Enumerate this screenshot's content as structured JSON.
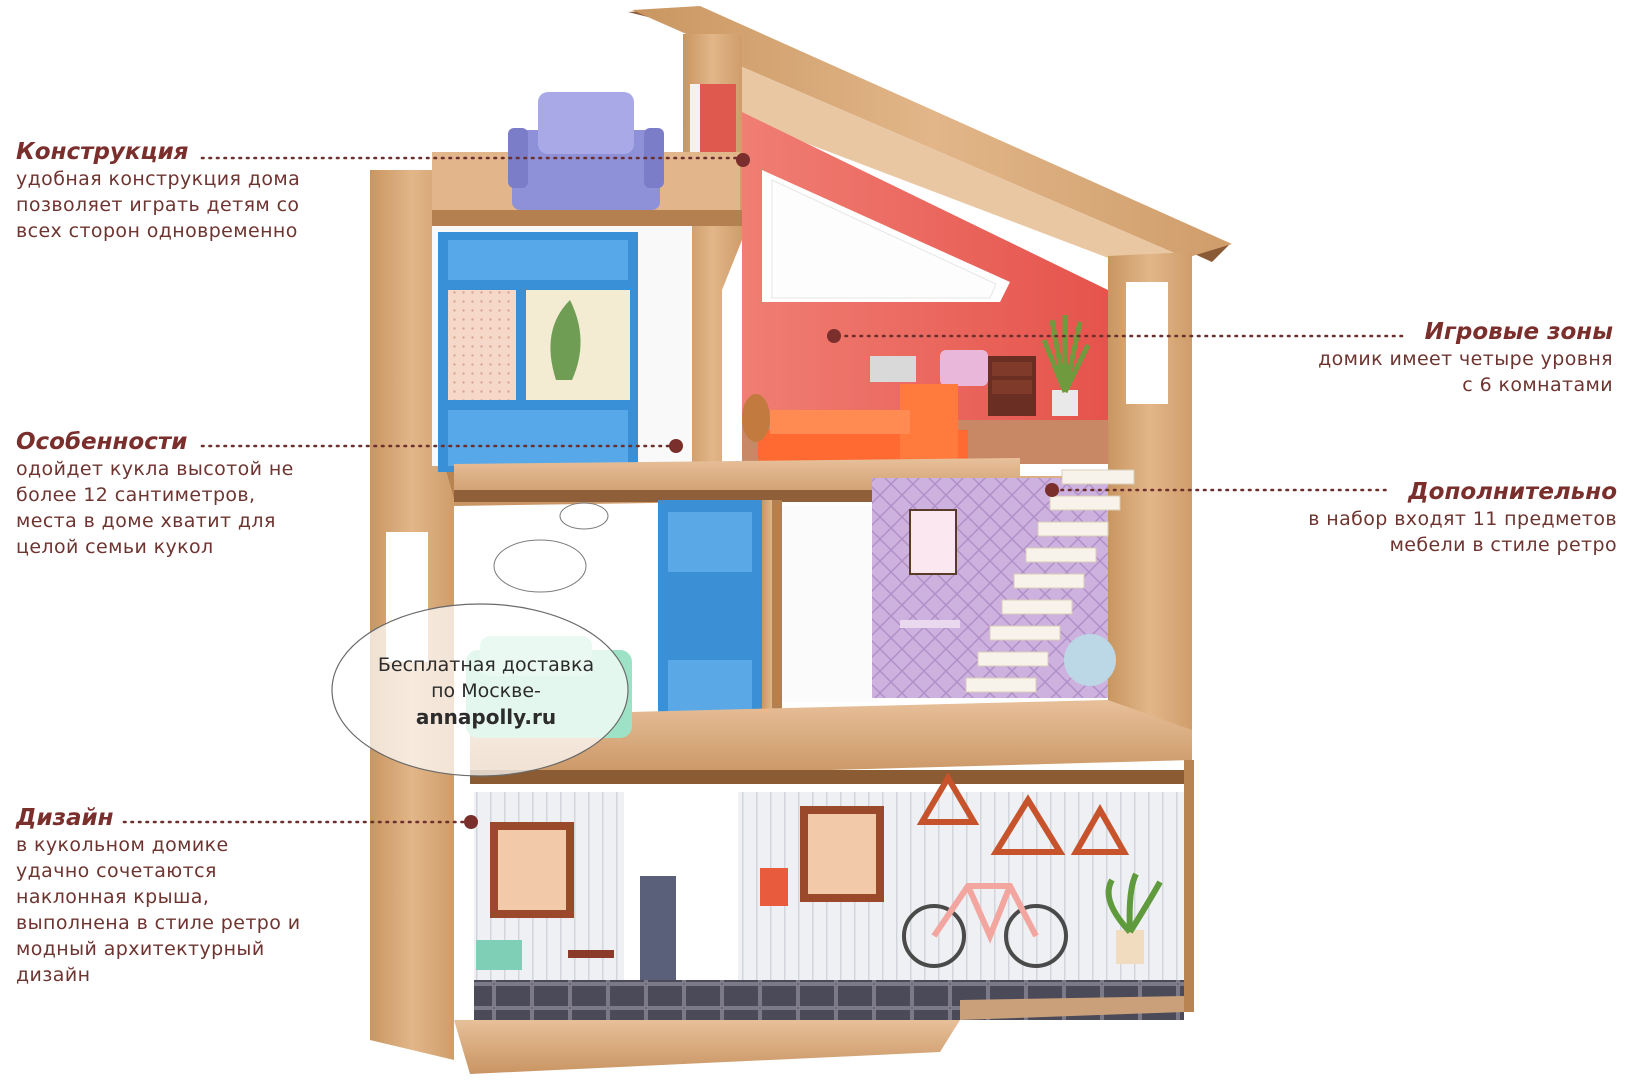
{
  "callouts": {
    "construction": {
      "title": "Конструкция",
      "lines": [
        "удобная конструкция дома",
        "позволяет играть детям со",
        "всех сторон одновременно"
      ]
    },
    "features": {
      "title": "Особенности",
      "lines": [
        "одойдет кукла высотой не",
        "более 12 сантиметров,",
        "места в доме хватит для",
        "целой семьи кукол"
      ]
    },
    "design": {
      "title": "Дизайн",
      "lines": [
        "в кукольном домике",
        "удачно сочетаются",
        "наклонная крыша,",
        "выполнена в стиле ретро и",
        "модный архитектурный",
        "дизайн"
      ]
    },
    "play_zones": {
      "title": "Игровые зоны",
      "lines": [
        "домик имеет четыре уровня",
        "с 6 комнатами"
      ]
    },
    "extra": {
      "title": "Дополнительно",
      "lines": [
        "в набор входят 11 предметов",
        "мебели в стиле ретро"
      ]
    }
  },
  "promo": {
    "line1": "Бесплатная доставка",
    "line2": "по Москве-",
    "site": "annapolly.ru"
  },
  "colors": {
    "accent": "#7a2f2c",
    "wood": "#d9a878",
    "wall_red": "#e8615a",
    "wall_lilac": "#c6a7d8",
    "shelf_blue": "#3f94d6"
  }
}
